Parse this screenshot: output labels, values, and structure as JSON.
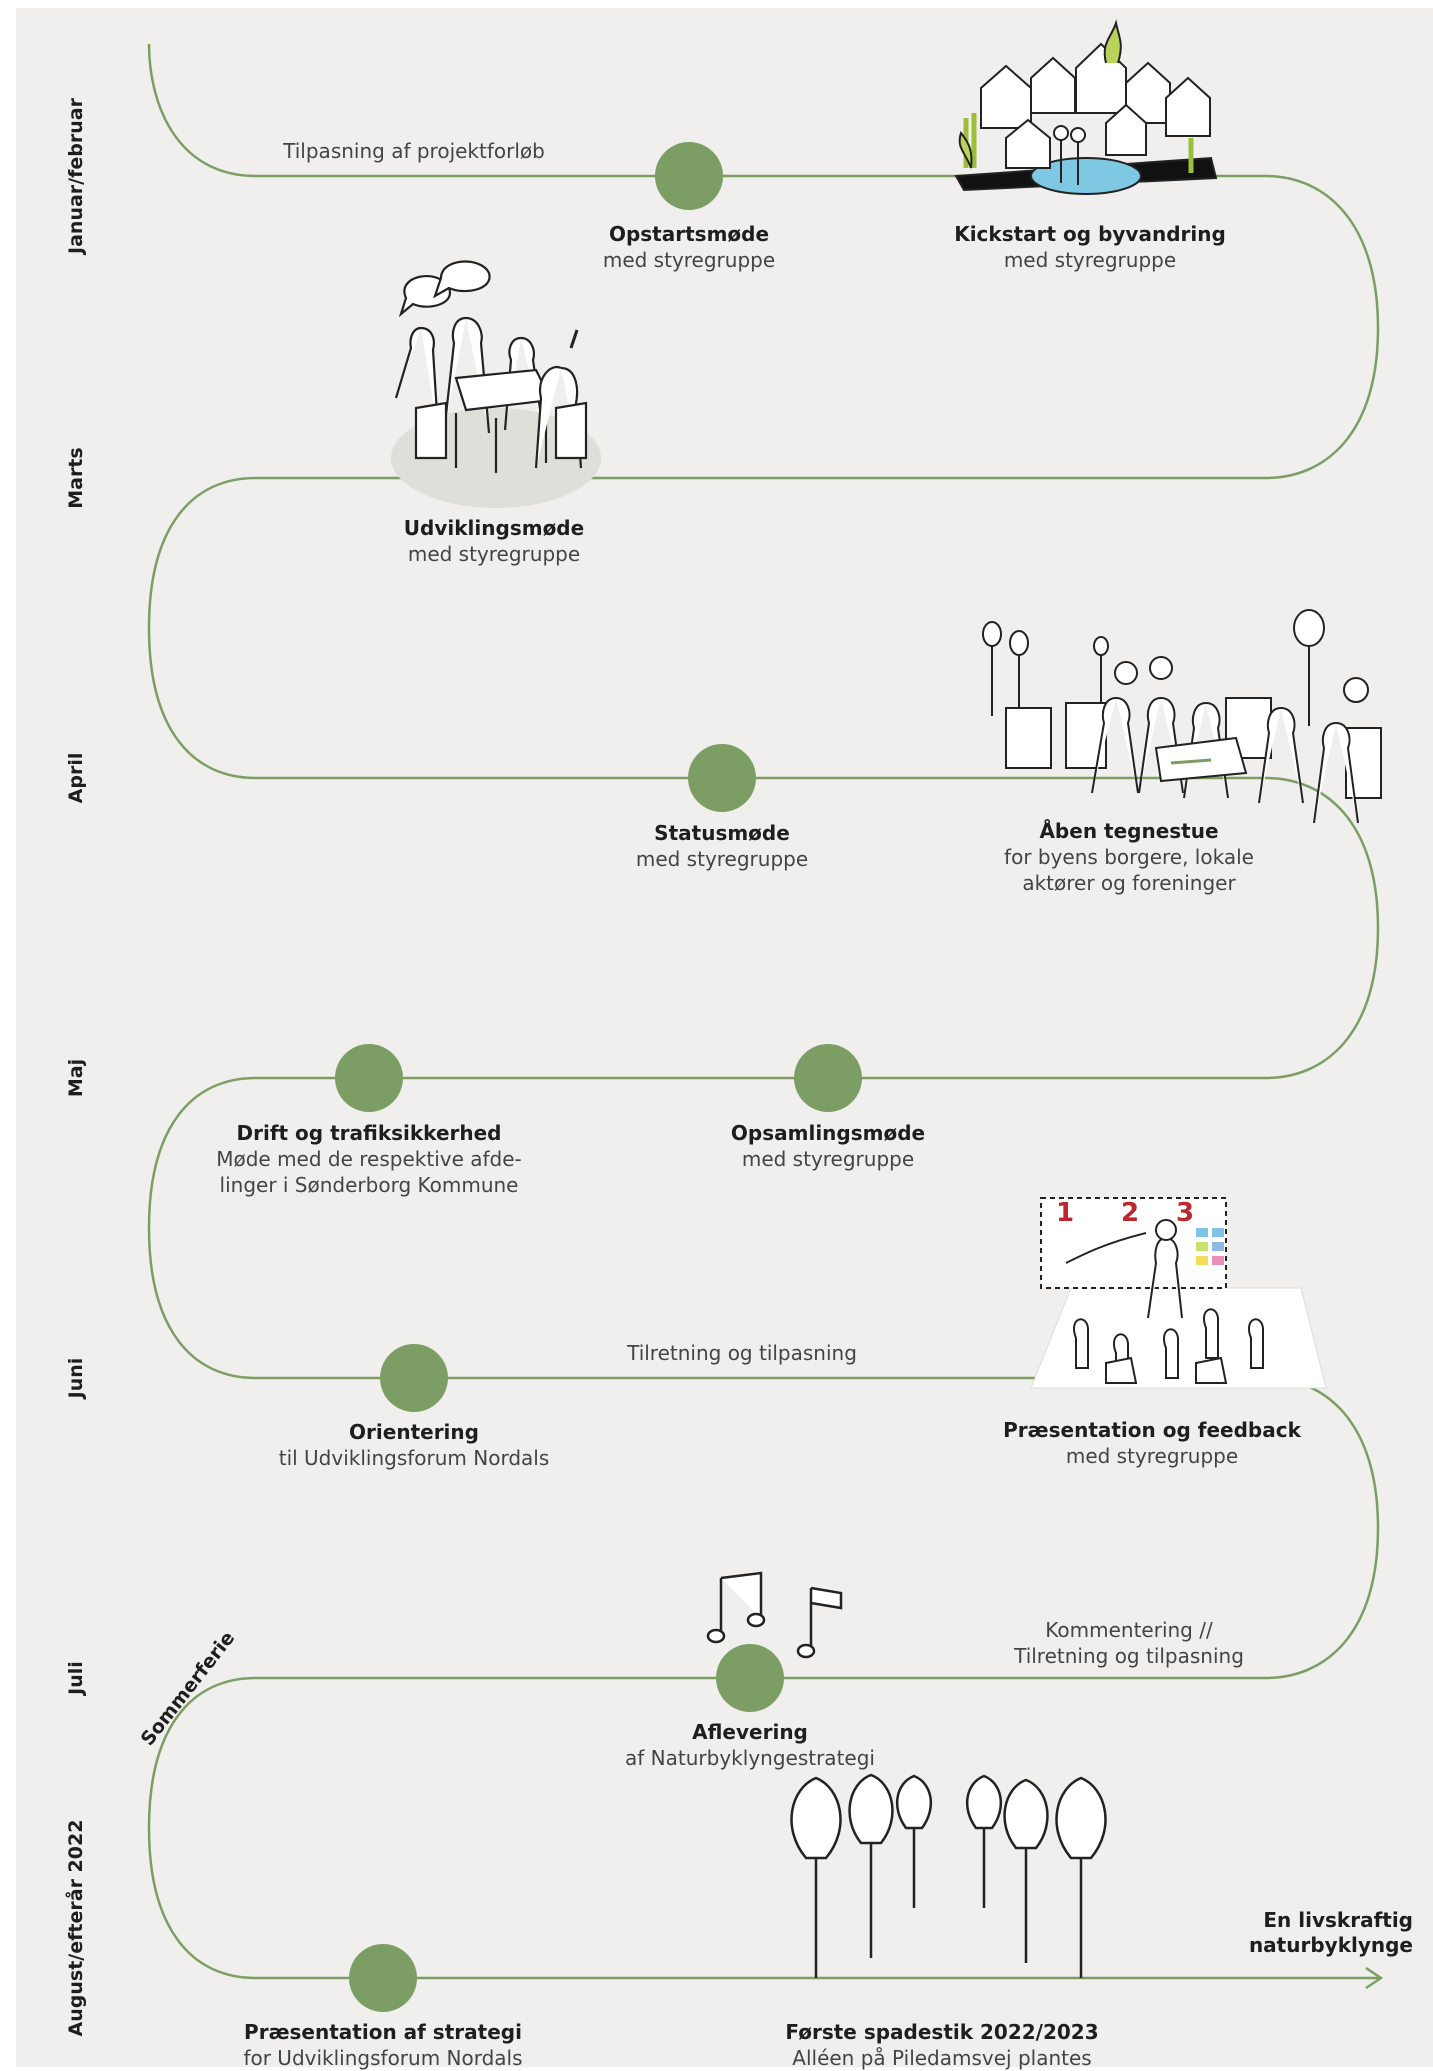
{
  "months": [
    "Januar/februar",
    "Marts",
    "April",
    "Maj",
    "Juni",
    "Juli",
    "August/efterår 2022"
  ],
  "season_label": "Sommerferie",
  "notes": {
    "tilpasning": "Tilpasning af projektforløb",
    "tilretning": "Tilretning og tilpasning",
    "kommentering_1": "Kommentering //",
    "kommentering_2": "Tilretning og tilpasning"
  },
  "milestones": {
    "opstart": {
      "title": "Opstartsmøde",
      "sub": "med styregruppe"
    },
    "kickstart": {
      "title": "Kickstart og byvandring",
      "sub": "med styregruppe"
    },
    "udvikling": {
      "title": "Udviklingsmøde",
      "sub": "med styregruppe"
    },
    "status": {
      "title": "Statusmøde",
      "sub": "med styregruppe"
    },
    "aaben": {
      "title": "Åben tegnestue",
      "sub1": "for byens borgere, lokale",
      "sub2": "aktører og foreninger"
    },
    "drift": {
      "title": "Drift og trafiksikkerhed",
      "sub1": "Møde med de respektive afde-",
      "sub2": "linger i Sønderborg Kommune"
    },
    "opsamling": {
      "title": "Opsamlingsmøde",
      "sub": "med styregruppe"
    },
    "orientering": {
      "title": "Orientering",
      "sub": "til Udviklingsforum Nordals"
    },
    "praesentation_feedback": {
      "title": "Præsentation og feedback",
      "sub": "med styregruppe"
    },
    "aflevering": {
      "title": "Aflevering",
      "sub": "af Naturbyklyngestrategi"
    },
    "praesentation_strategi": {
      "title": "Præsentation af strategi",
      "sub": "for Udviklingsforum Nordals"
    },
    "spadestik": {
      "title": "Første spadestik 2022/2023",
      "sub": "Alléen på Piledamsvej plantes"
    }
  },
  "final": {
    "line1": "En livskraftig",
    "line2": "naturbyklynge"
  },
  "board_numbers": [
    "1",
    "2",
    "3"
  ],
  "colors": {
    "track": "#7c9d63",
    "background": "#f0efed"
  }
}
